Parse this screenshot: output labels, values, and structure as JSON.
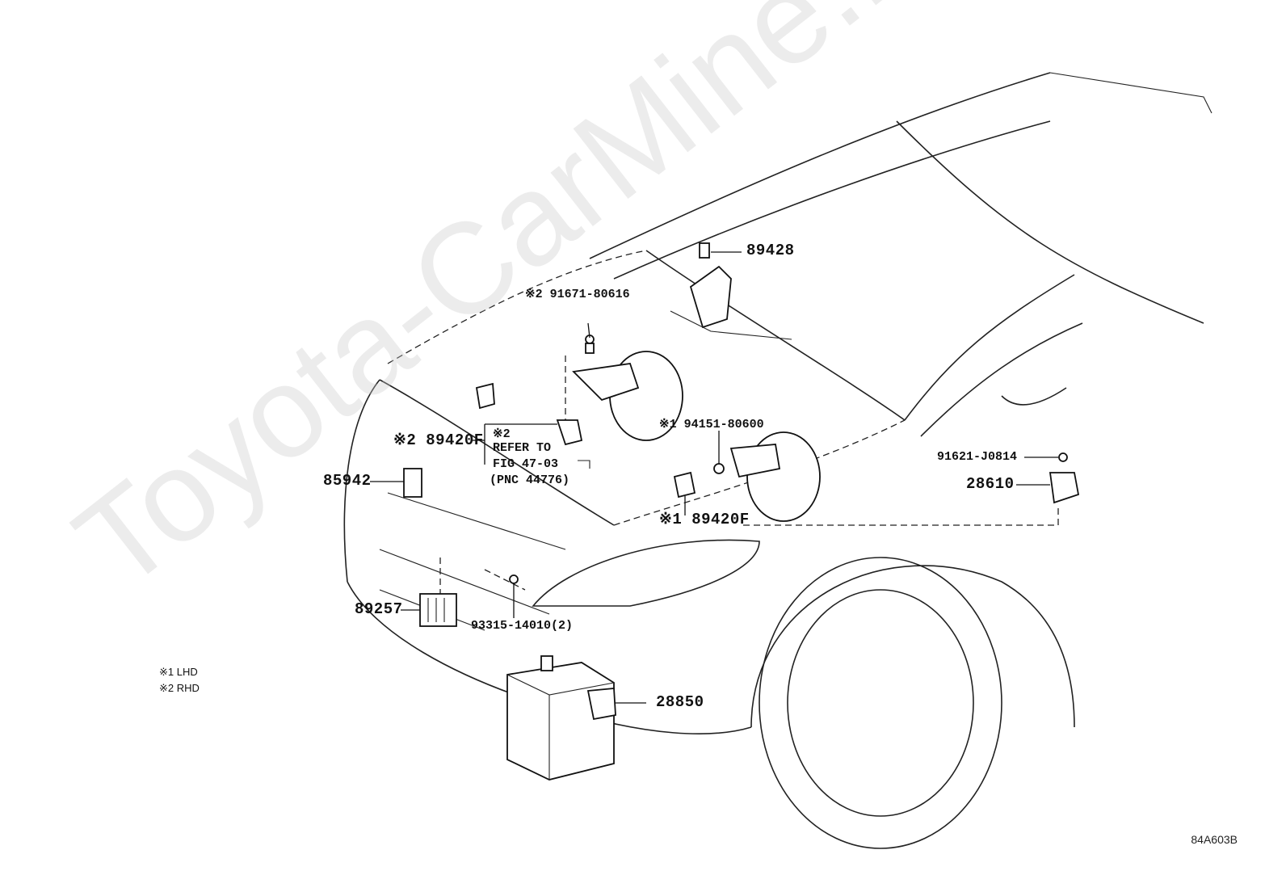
{
  "watermark": "Toyota-CarMine.ru",
  "diagram_code": "84A603B",
  "legend": [
    {
      "mark": "※1",
      "text": "LHD"
    },
    {
      "mark": "※2",
      "text": "RHD"
    }
  ],
  "callouts": {
    "p89428": "89428",
    "p91671": "※2 91671-80616",
    "p94151": "※1 94151-80600",
    "p89420F_rhd": "※2 89420F",
    "p89420F_lhd": "※1 89420F",
    "p85942": "85942",
    "p91621": "91621-J0814",
    "p28610": "28610",
    "p89257": "89257",
    "p93315": "93315-14010(2)",
    "p28850": "28850"
  },
  "refer_note": {
    "mark": "※2",
    "line1": "REFER TO",
    "line2": "FIG 47-03",
    "line3": "(PNC 44776)"
  },
  "icons": [
    "sensor-icon",
    "bolt-icon",
    "battery-icon",
    "brake-booster-icon",
    "ecu-icon"
  ]
}
